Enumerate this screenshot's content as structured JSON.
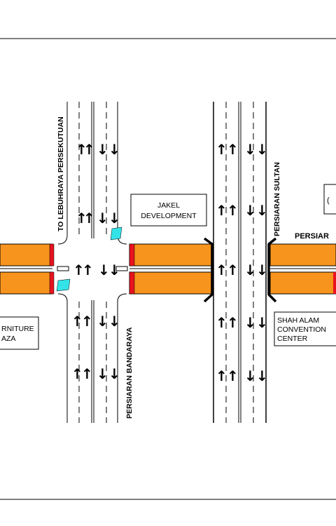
{
  "labels": {
    "to_lebuhraya": "TO LEBUHRAYA PERSEKUTUAN",
    "persiaran_bandaraya": "PERSIARAN BANDARAYA",
    "persiaran_sultan": "PERSIARAN SULTAN",
    "persiaran_right": "PERSIAR",
    "jakel_line1": "JAKEL",
    "jakel_line2": "DEVELOPMENT",
    "furniture_line1": "RNITURE",
    "furniture_line2": "AZA",
    "shah_line1": "SHAH ALAM",
    "shah_line2": "CONVENTION",
    "shah_line3": "CENTER"
  },
  "lane_arrows": {
    "up": "↑",
    "down": "↓"
  },
  "colors": {
    "road_fill": "#f7941d",
    "signal_red": "#e8131e",
    "pedestrian_cyan": "#33e3e8",
    "line": "#000000"
  }
}
